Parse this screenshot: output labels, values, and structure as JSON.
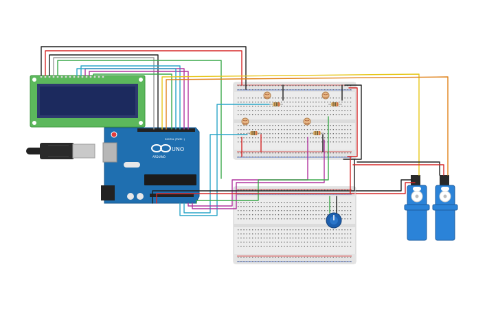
{
  "arduino": {
    "brand": "ARDUINO",
    "model": "UNO",
    "header_label": "DIGITAL (PWM~)",
    "infinity_logo": "arduino-infinity-logo"
  },
  "colors": {
    "background": "#ffffff",
    "wire_black": "#1f1f1f",
    "wire_red": "#d62828",
    "wire_green": "#3aa84a",
    "wire_yellow": "#e6c619",
    "wire_orange": "#e0821b",
    "wire_cyan": "#2aa6c8",
    "wire_magenta": "#b0339e",
    "wire_gray": "#9a9a9a",
    "arduino_blue": "#1f6fb0",
    "lcd_green": "#5cb85c",
    "lcd_screen": "#1c2a5e",
    "breadboard": "#e9e9e9",
    "servo_blue": "#2b83d8",
    "pot_blue": "#1d5fae"
  },
  "components": {
    "lcd": "lcd-16x2",
    "usb": "usb-cable",
    "breadboard_top": "breadboard-upper",
    "breadboard_bottom": "breadboard-lower",
    "ldr_count": 4,
    "resistor_count": 4,
    "servo_count": 2,
    "potentiometer": "potentiometer"
  }
}
